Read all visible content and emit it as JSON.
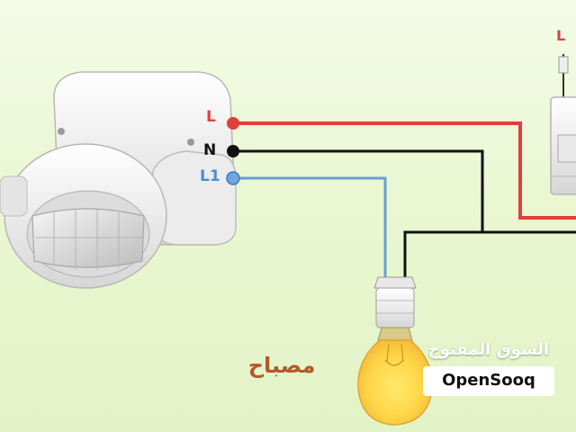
{
  "sensor": {
    "terminals": [
      {
        "label": "L",
        "color": "#e0403a"
      },
      {
        "label": "N",
        "color": "#111111"
      },
      {
        "label": "L1",
        "color": "#4a8fd0"
      }
    ]
  },
  "breaker": {
    "label": "L"
  },
  "lamp": {
    "label": "مصباح"
  },
  "watermark": {
    "arabic": "السوق المفتوح",
    "brand": "OpenSooq"
  },
  "colors": {
    "live_wire": "#e0403a",
    "neutral_wire": "#111111",
    "switched_wire": "#4a8fd0",
    "lamp_label": "#b3582a"
  }
}
